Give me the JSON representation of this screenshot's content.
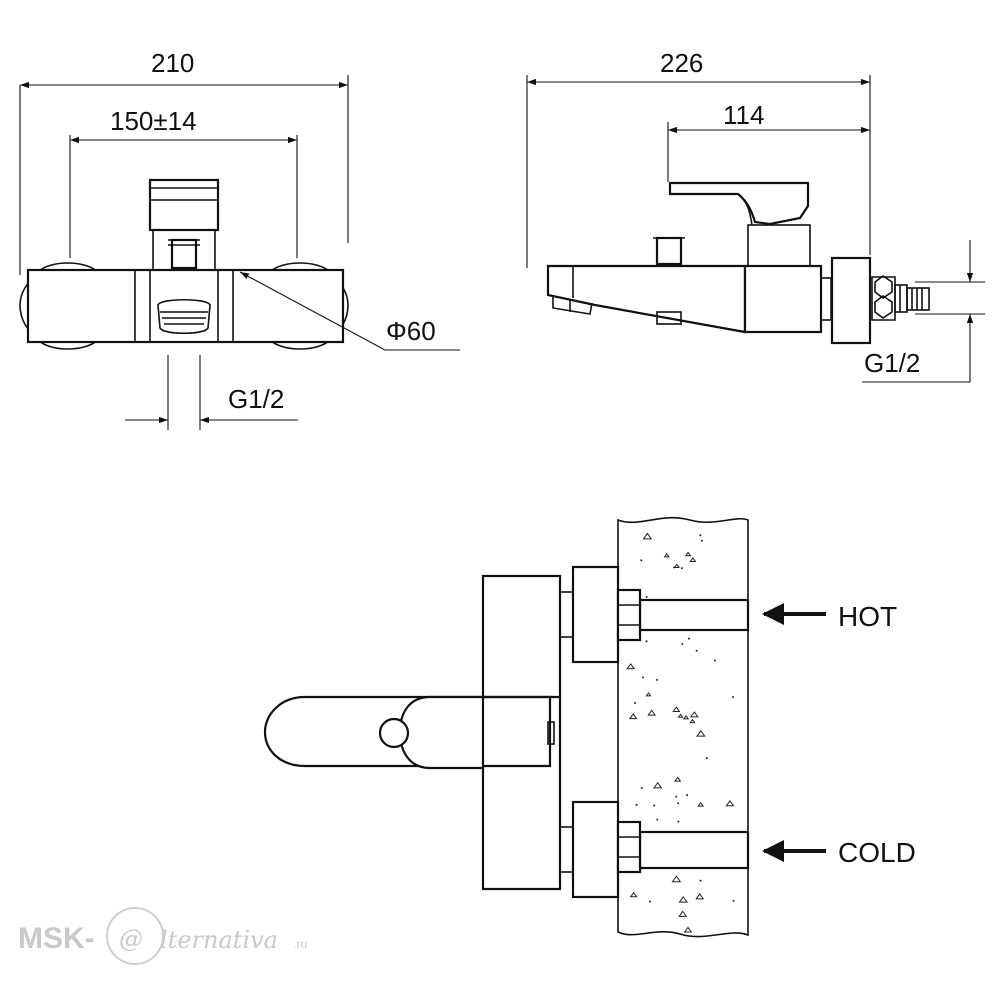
{
  "front_view": {
    "overall_width": "210",
    "center_distance": "150±14",
    "diameter": "Φ60",
    "inlet_thread": "G1/2"
  },
  "side_view": {
    "overall_depth": "226",
    "partial_depth": "114",
    "inlet_thread": "G1/2"
  },
  "top_view": {
    "hot_label": "HOT",
    "cold_label": "COLD"
  },
  "watermark": {
    "prefix": "MSK-",
    "at_glyph": "@",
    "suffix": "lternativa",
    "domain": ".ru"
  },
  "colors": {
    "line": "#111111",
    "watermark": "#c9c9c9"
  }
}
